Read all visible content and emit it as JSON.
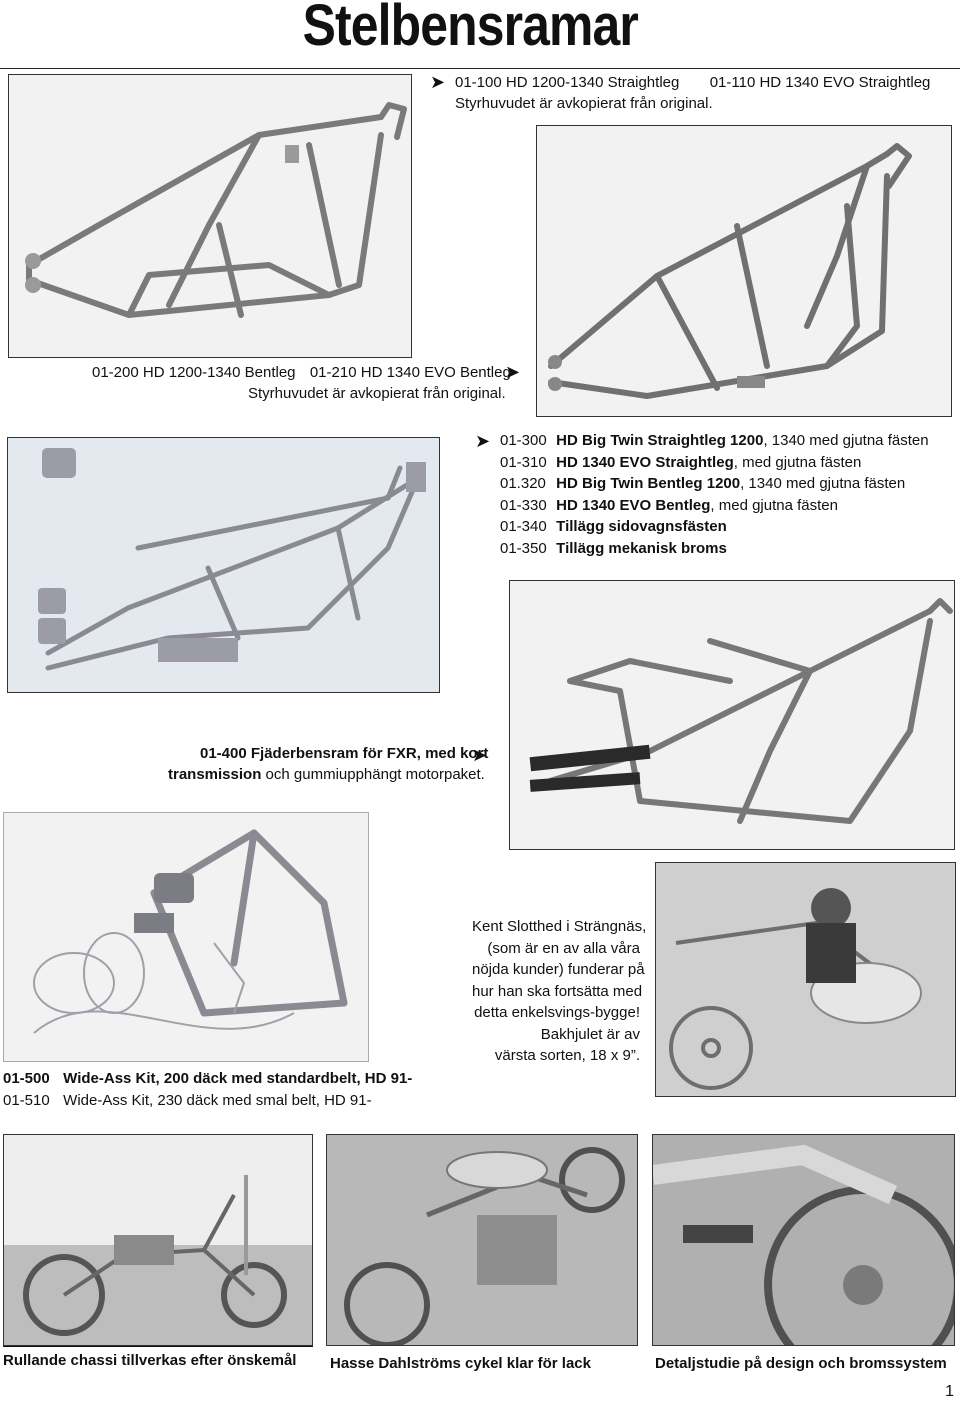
{
  "page": {
    "title": "Stelbensramar",
    "page_number": "1"
  },
  "section1": {
    "line1_code_a": "01-100",
    "line1_name_a": "HD 1200-1340 Straightleg",
    "line1_code_b": "01-110",
    "line1_name_b": "HD 1340 EVO Straightleg",
    "line2": "Styrhuvudet är avkopierat från original."
  },
  "section2": {
    "line1_code_a": "01-200",
    "line1_name_a": "HD 1200-1340 Bentleg",
    "line1_code_b": "01-210",
    "line1_name_b": "HD 1340 EVO Bentleg",
    "line2": "Styrhuvudet är avkopierat från original."
  },
  "section3": {
    "items": [
      {
        "code": "01-300",
        "name_bold": "HD Big Twin Straightleg 1200",
        "rest": ", 1340 med gjutna fästen"
      },
      {
        "code": "01-310",
        "name_bold": "HD 1340 EVO Straightleg",
        "rest": ", med gjutna fästen"
      },
      {
        "code": "01.320",
        "name_bold": "HD Big Twin Bentleg 1200",
        "rest": ", 1340 med gjutna fästen"
      },
      {
        "code": "01-330",
        "name_bold": "HD 1340 EVO Bentleg",
        "rest": ", med gjutna fästen"
      },
      {
        "code": "01-340",
        "name_bold": "Tillägg sidovagnsfästen",
        "rest": ""
      },
      {
        "code": "01-350",
        "name_bold": "Tillägg mekanisk broms",
        "rest": ""
      }
    ]
  },
  "section4": {
    "line1": "01-400 Fjäderbensram för FXR, med kort",
    "line2_bold": "transmission",
    "line2_rest": " och gummiupphängt motorpaket."
  },
  "section5": {
    "items": [
      {
        "code": "01-500",
        "text": "Wide-Ass Kit, 200 däck med standardbelt, HD 91-"
      },
      {
        "code": "01-510",
        "text": "Wide-Ass Kit, 230 däck med smal belt, HD 91-"
      }
    ]
  },
  "customer_note": {
    "lines": [
      "Kent Slotthed i Strängnäs,",
      "(som är en av alla våra",
      "nöjda kunder) funderar på",
      "hur han ska fortsätta med",
      "detta enkelsvings-bygge!",
      "Bakhjulet är av",
      "värsta sorten, 18 x 9”."
    ]
  },
  "captions": {
    "left": "Rullande chassi tillverkas efter önskemål",
    "middle": "Hasse Dahlströms cykel klar för lack",
    "right": "Detaljstudie på design och bromssystem"
  }
}
